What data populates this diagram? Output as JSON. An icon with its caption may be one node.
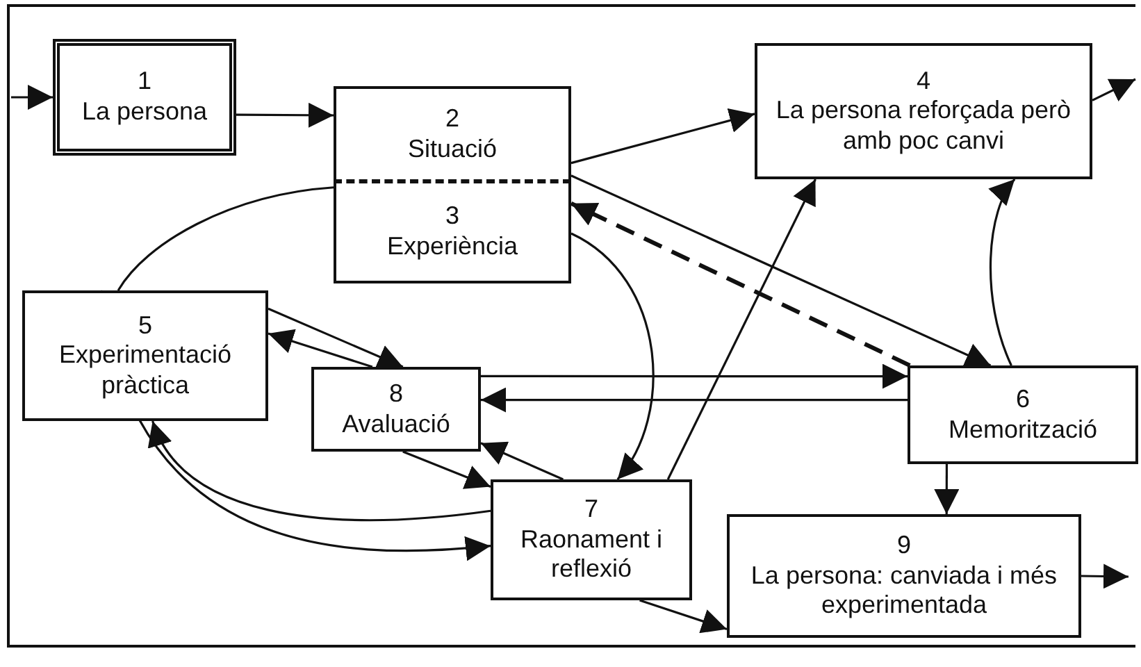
{
  "diagram": {
    "nodes": [
      {
        "text": [
          "1",
          "La persona"
        ]
      },
      {
        "text": [
          "2",
          "Situació"
        ]
      },
      {
        "text": [
          "3",
          "Experiència"
        ]
      },
      {
        "text": [
          "4",
          "La persona reforçada però amb poc canvi"
        ]
      },
      {
        "text": [
          "5",
          "Experimentació pràctica"
        ]
      },
      {
        "text": [
          "6",
          "Memorització"
        ]
      },
      {
        "text": [
          "7",
          "Raonament i reflexió"
        ]
      },
      {
        "text": [
          "8",
          "Avaluació"
        ]
      },
      {
        "text": [
          "9",
          "La persona: canviada i més experimentada"
        ]
      }
    ],
    "edges": [
      {
        "from": null,
        "to": 0,
        "arrow": "to"
      },
      {
        "from": 0,
        "to": 1,
        "arrow": "to"
      },
      {
        "from": 1,
        "to": 3,
        "arrow": "to"
      },
      {
        "from": 3,
        "to": null,
        "arrow": "to"
      },
      {
        "from": 1,
        "to": 5,
        "arrow": "to"
      },
      {
        "from": 5,
        "to": 2,
        "arrow": "to",
        "style": "dashed"
      },
      {
        "from": 5,
        "to": 3,
        "arrow": "to"
      },
      {
        "from": 2,
        "to": 6,
        "arrow": "to"
      },
      {
        "from": 6,
        "to": 3,
        "arrow": "to"
      },
      {
        "from": 2,
        "to": 4,
        "arrow": "none"
      },
      {
        "from": 4,
        "to": 7,
        "arrow": "to"
      },
      {
        "from": 7,
        "to": 4,
        "arrow": "to"
      },
      {
        "from": 7,
        "to": 5,
        "arrow": "to"
      },
      {
        "from": 5,
        "to": 7,
        "arrow": "to"
      },
      {
        "from": 7,
        "to": 6,
        "arrow": "to"
      },
      {
        "from": 6,
        "to": 7,
        "arrow": "to"
      },
      {
        "from": 6,
        "to": 4,
        "arrow": "to"
      },
      {
        "from": 4,
        "to": 6,
        "arrow": "to"
      },
      {
        "from": 6,
        "to": 8,
        "arrow": "to"
      },
      {
        "from": 5,
        "to": 8,
        "arrow": "to"
      },
      {
        "from": 8,
        "to": null,
        "arrow": "to"
      }
    ]
  }
}
